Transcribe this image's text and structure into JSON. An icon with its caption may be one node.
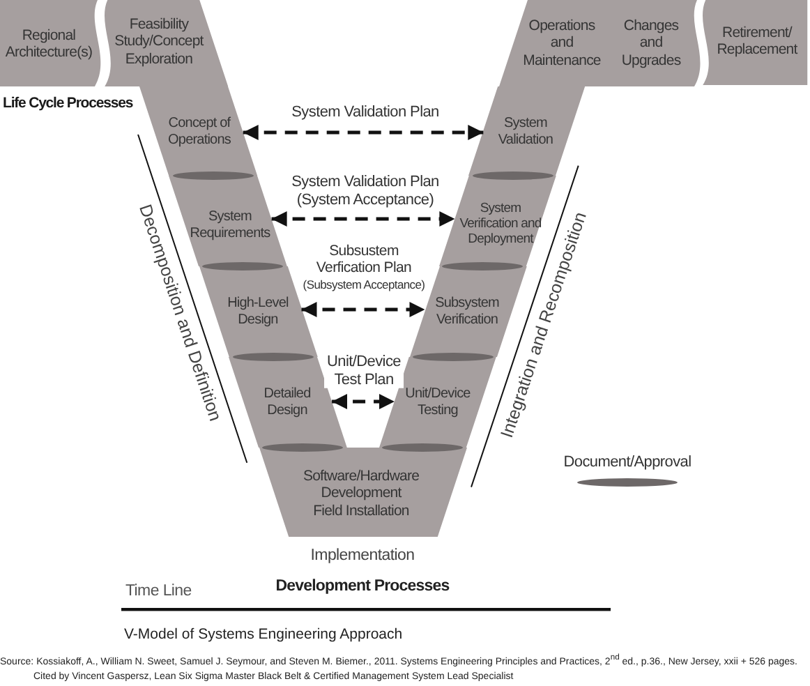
{
  "diagram": {
    "caption": "V-Model of Systems Engineering Approach",
    "nodes": [
      {
        "text": [
          "Regional Architecture(s)"
        ]
      },
      {
        "text": [
          "Feasibility Study/Concept Exploration"
        ]
      },
      {
        "text": [
          "Operations and Maintenance"
        ]
      },
      {
        "text": [
          "Changes and Upgrades"
        ]
      },
      {
        "text": [
          "Retirement/ Replacement"
        ]
      },
      {
        "text": [
          "Concept of Operations"
        ]
      },
      {
        "text": [
          "System Validation"
        ]
      },
      {
        "text": [
          "System Requirements"
        ]
      },
      {
        "text": [
          "System Verification and Deployment"
        ]
      },
      {
        "text": [
          "High-Level Design"
        ]
      },
      {
        "text": [
          "Subsystem Verification"
        ]
      },
      {
        "text": [
          "Detailed Design"
        ]
      },
      {
        "text": [
          "Unit/Device Testing"
        ]
      },
      {
        "text": [
          "Software/Hardware Development Field Installation"
        ],
        "beside": [
          "Implementation"
        ]
      }
    ],
    "edges": [
      {
        "from": 5,
        "to": 6,
        "arrow": "both",
        "style": "dashed",
        "label": "System Validation Plan"
      },
      {
        "from": 7,
        "to": 8,
        "arrow": "both",
        "style": "dashed",
        "label": "System Validation Plan (System Acceptance)"
      },
      {
        "from": 9,
        "to": 10,
        "arrow": "both",
        "style": "dashed",
        "label": "Subsustem Verfication Plan (Subsystem Acceptance)"
      },
      {
        "from": 11,
        "to": 12,
        "arrow": "both",
        "style": "dashed",
        "label": "Unit/Device Test Plan"
      }
    ],
    "labels": [
      "Life Cycle Processes",
      "Decomposition and Definition",
      "Integration and Recomposition",
      "Time Line",
      "Development Processes",
      "Source: Kossiakoff, A., William N. Sweet, Samuel J. Seymour, and Steven M. Biemer., 2011. Systems Engineering Principles and Practices, 2$^{nd}$ ed., p.36., New Jersey, xxii + 526 pages.",
      "Cited by Vincent Gaspersz, Lean Six Sigma Master Black Belt & Certified Management System Lead Specialist"
    ],
    "legend": [
      {
        "text": "Document/Approval"
      }
    ]
  }
}
